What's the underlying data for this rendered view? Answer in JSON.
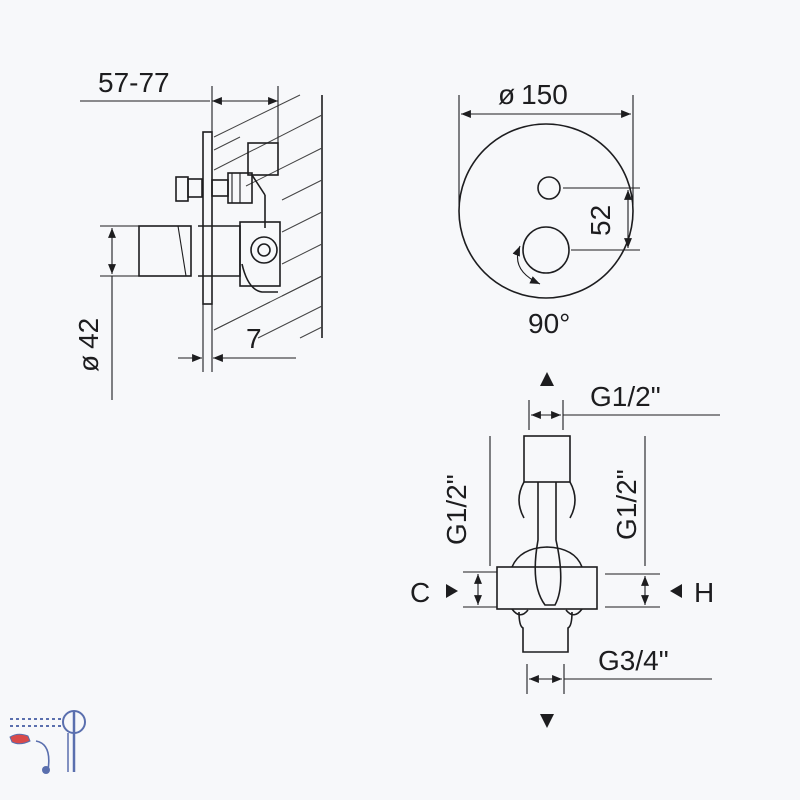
{
  "side_view": {
    "depth_label": "57-77",
    "diameter_symbol": "ø",
    "diameter_value": "42",
    "plate_offset_label": "7"
  },
  "front_view": {
    "diameter_symbol": "ø",
    "diameter_value": "150",
    "offset_label": "52",
    "rotation_label": "90°"
  },
  "connection_view": {
    "top_thread": "G1/2\"",
    "left_thread": "G1/2\"",
    "right_thread": "G1/2\"",
    "bottom_thread": "G3/4\"",
    "left_marker": "C",
    "right_marker": "H"
  },
  "icons": {
    "corner_icon": "wall-mounted-valve-icon"
  },
  "colors": {
    "line": "#1d1d1f",
    "icon_blue": "#5a6fae",
    "icon_red": "#d94a4a"
  }
}
